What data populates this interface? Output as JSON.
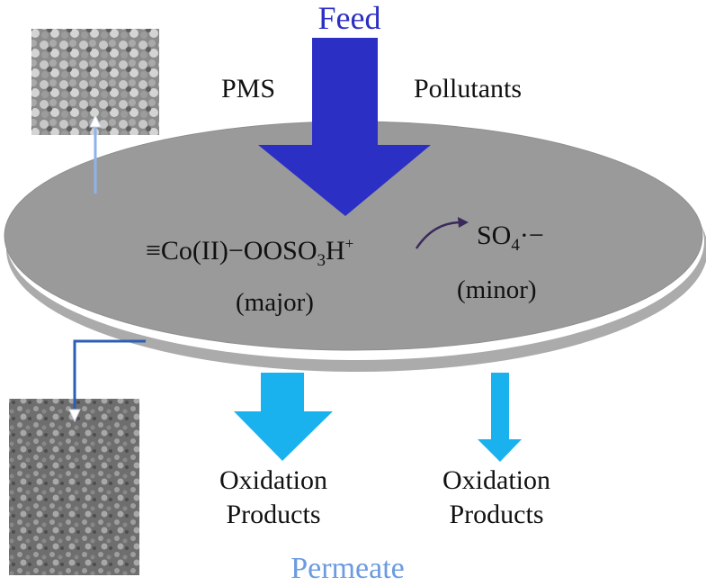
{
  "labels": {
    "feed": "Feed",
    "pms": "PMS",
    "pollutants": "Pollutants",
    "complex_prefix": "≡Co(II)−OOSO",
    "complex_subscript": "3",
    "complex_h": "H",
    "complex_charge": "+",
    "radical_prefix": "SO",
    "radical_subscript": "4",
    "radical_suffix": "·−",
    "major": "(major)",
    "minor": "(minor)",
    "products_left_line1": "Oxidation",
    "products_left_line2": "Products",
    "products_right_line1": "Oxidation",
    "products_right_line2": "Products",
    "permeate": "Permeate"
  },
  "colors": {
    "feed": "#2c2fc4",
    "membrane": "#9a9a9a",
    "permeate_arrows": "#19b2ef",
    "permeate_label": "#6b9be0",
    "callout_line": "#2b5fb3"
  }
}
